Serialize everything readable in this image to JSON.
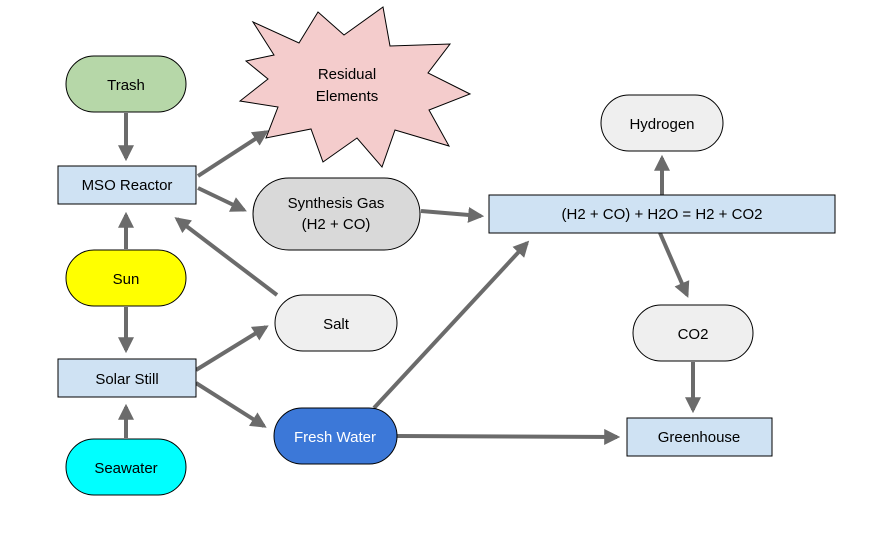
{
  "nodes": {
    "trash": {
      "label": "Trash",
      "fill": "#b6d7a8"
    },
    "mso_reactor": {
      "label": "MSO Reactor",
      "fill": "#cfe2f3"
    },
    "residual": {
      "line1": "Residual",
      "line2": "Elements",
      "fill": "#f4cccc"
    },
    "synthesis_gas": {
      "line1": "Synthesis Gas",
      "line2": "(H2 + CO)",
      "fill": "#d9d9d9"
    },
    "sun": {
      "label": "Sun",
      "fill": "#ffff00"
    },
    "salt": {
      "label": "Salt",
      "fill": "#efefef"
    },
    "solar_still": {
      "label": "Solar Still",
      "fill": "#cfe2f3"
    },
    "fresh_water": {
      "label": "Fresh Water",
      "fill": "#3c78d8"
    },
    "seawater": {
      "label": "Seawater",
      "fill": "#00ffff"
    },
    "reaction": {
      "label": "(H2 + CO) + H2O = H2 + CO2",
      "fill": "#cfe2f3"
    },
    "hydrogen": {
      "label": "Hydrogen",
      "fill": "#efefef"
    },
    "co2": {
      "label": "CO2",
      "fill": "#efefef"
    },
    "greenhouse": {
      "label": "Greenhouse",
      "fill": "#cfe2f3"
    }
  },
  "colors": {
    "edge": "#6b6b6b",
    "stroke": "#000000"
  }
}
